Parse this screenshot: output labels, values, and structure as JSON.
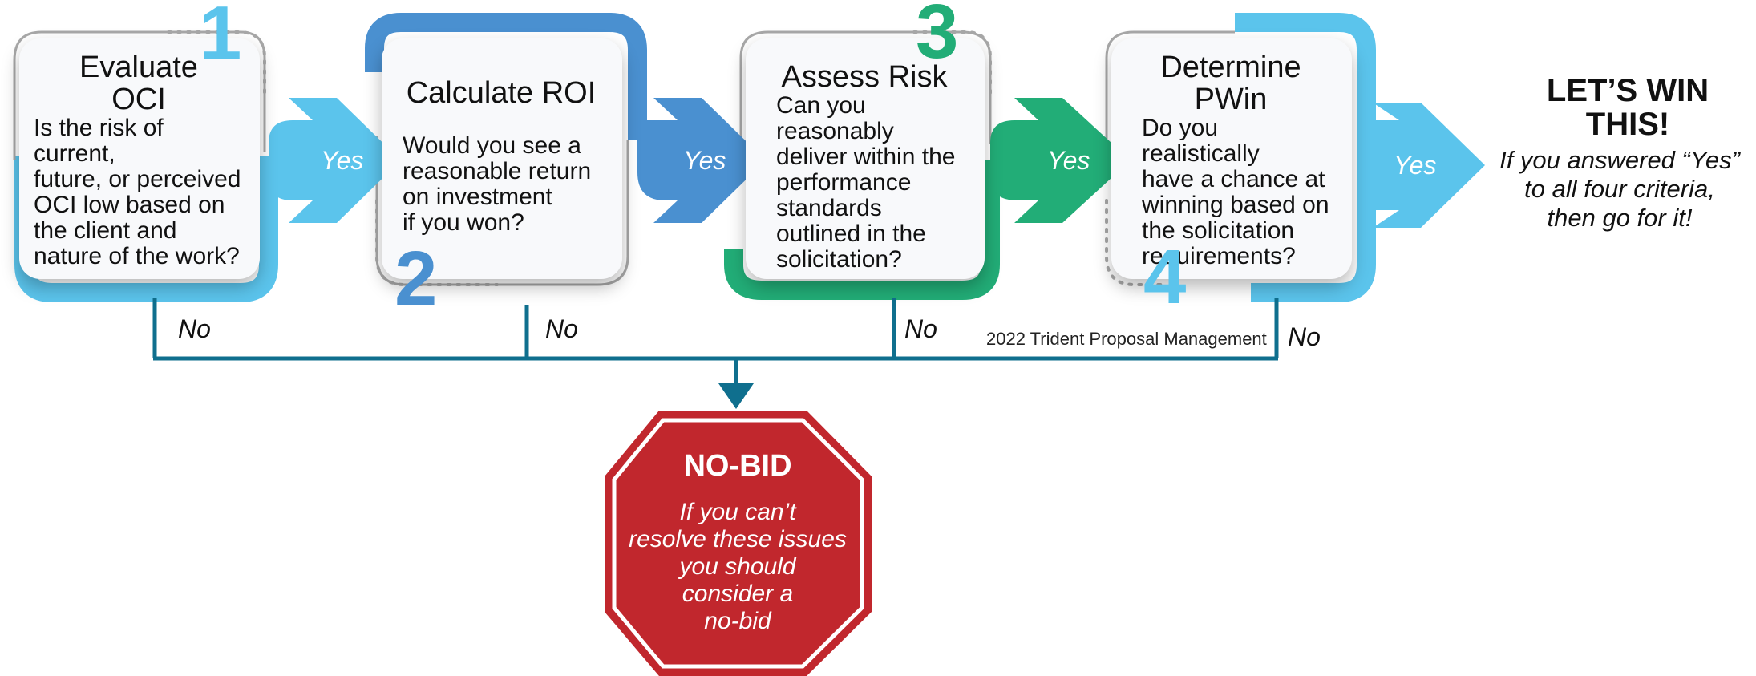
{
  "colors": {
    "step1": "#5bc4ec",
    "step2": "#4a90d0",
    "step3": "#22ad77",
    "step4": "#5bc4ec",
    "connector": "#0f6f8e",
    "stop_sign": "#c1272d",
    "number_gray": "#c8c8c8"
  },
  "steps": [
    {
      "number": "1",
      "title_line1": "Evaluate",
      "title_line2": "OCI",
      "body": [
        "Is the risk of current,",
        "future, or perceived",
        "OCI low based on",
        "the client and",
        "nature of the work?"
      ],
      "yes": "Yes",
      "no": "No"
    },
    {
      "number": "2",
      "title_line1": "Calculate ROI",
      "title_line2": "",
      "body": [
        "Would you see a",
        "reasonable return",
        "on investment",
        "if you won?"
      ],
      "yes": "Yes",
      "no": "No"
    },
    {
      "number": "3",
      "title_line1": "Assess Risk",
      "title_line2": "",
      "body": [
        "Can you",
        "reasonably",
        "deliver within the",
        "performance",
        "standards",
        "outlined in the",
        "solicitation?"
      ],
      "yes": "Yes",
      "no": "No"
    },
    {
      "number": "4",
      "title_line1": "Determine",
      "title_line2": "PWin",
      "body": [
        "Do you realistically",
        "have a chance at",
        "winning based on",
        "the solicitation",
        "requirements?"
      ],
      "yes": "Yes",
      "no": "No"
    }
  ],
  "outcome_win": {
    "title_line1": "LET’S WIN",
    "title_line2": "THIS!",
    "body": [
      "If you answered “Yes”",
      "to all four criteria,",
      "then go for it!"
    ]
  },
  "outcome_nobid": {
    "title": "NO-BID",
    "body": [
      "If you can’t",
      "resolve these issues",
      "you should",
      "consider a",
      "no-bid"
    ]
  },
  "credit": "2022 Trident Proposal Management"
}
